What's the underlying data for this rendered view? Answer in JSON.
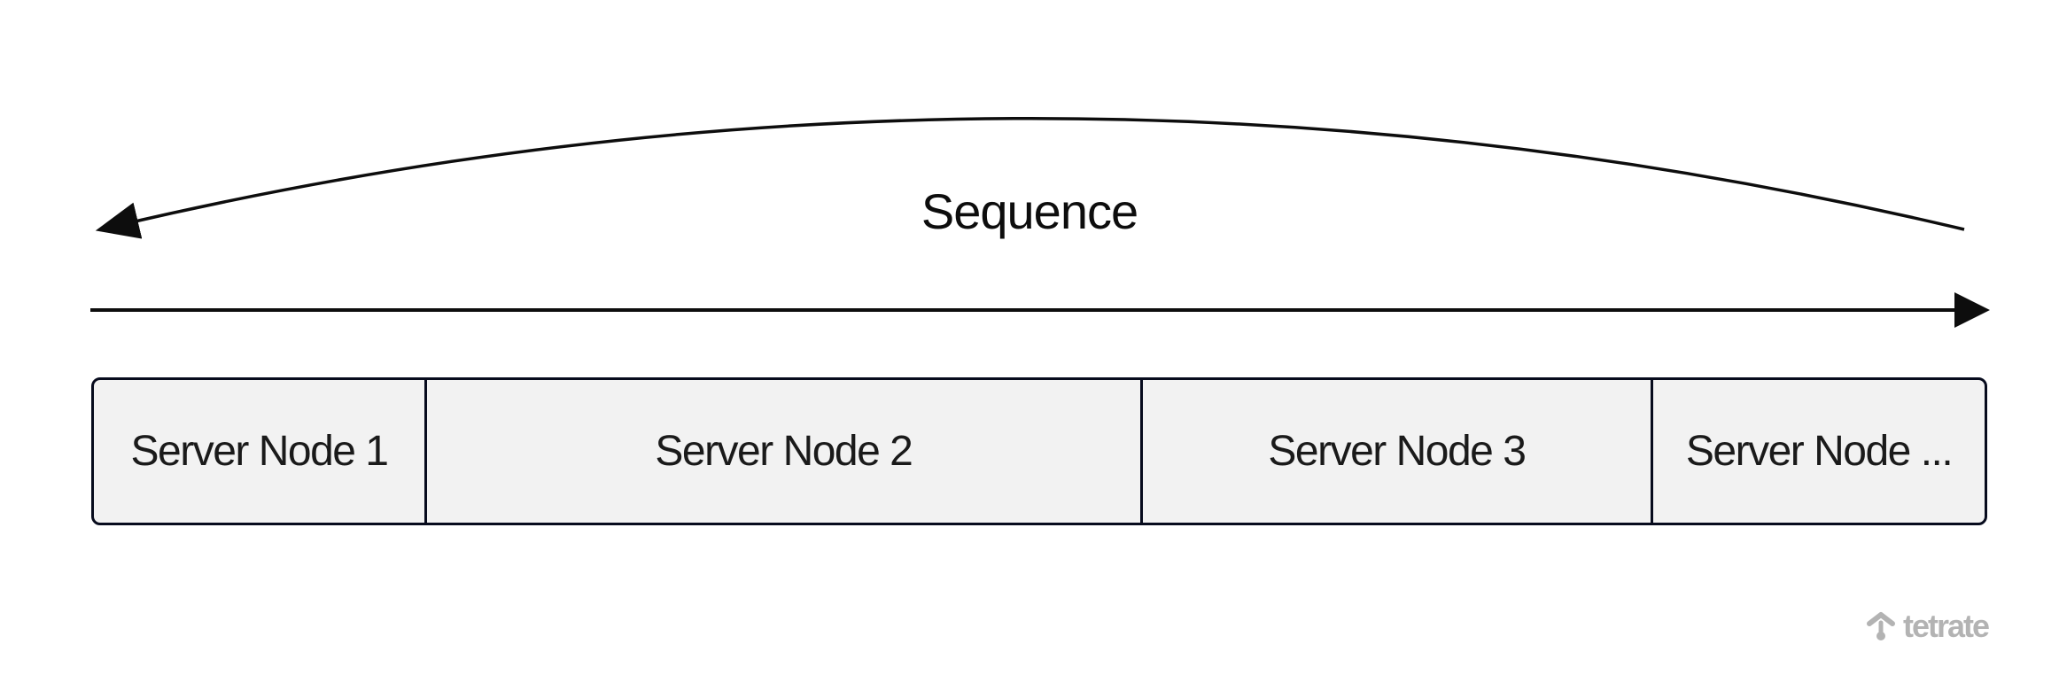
{
  "sequence": {
    "label": "Sequence"
  },
  "nodes": {
    "items": [
      {
        "label": "Server Node 1"
      },
      {
        "label": "Server Node 2"
      },
      {
        "label": "Server Node 3"
      },
      {
        "label": "Server Node ..."
      }
    ]
  },
  "branding": {
    "wordmark": "tetrate",
    "icon": "tetrate-arrow-icon"
  },
  "colors": {
    "stroke": "#0d0d0d",
    "node_fill": "#f2f2f2",
    "node_border": "#070b1d",
    "label_text": "#1a1a1a",
    "brand_gray": "#b3b3b3",
    "background": "#ffffff"
  }
}
